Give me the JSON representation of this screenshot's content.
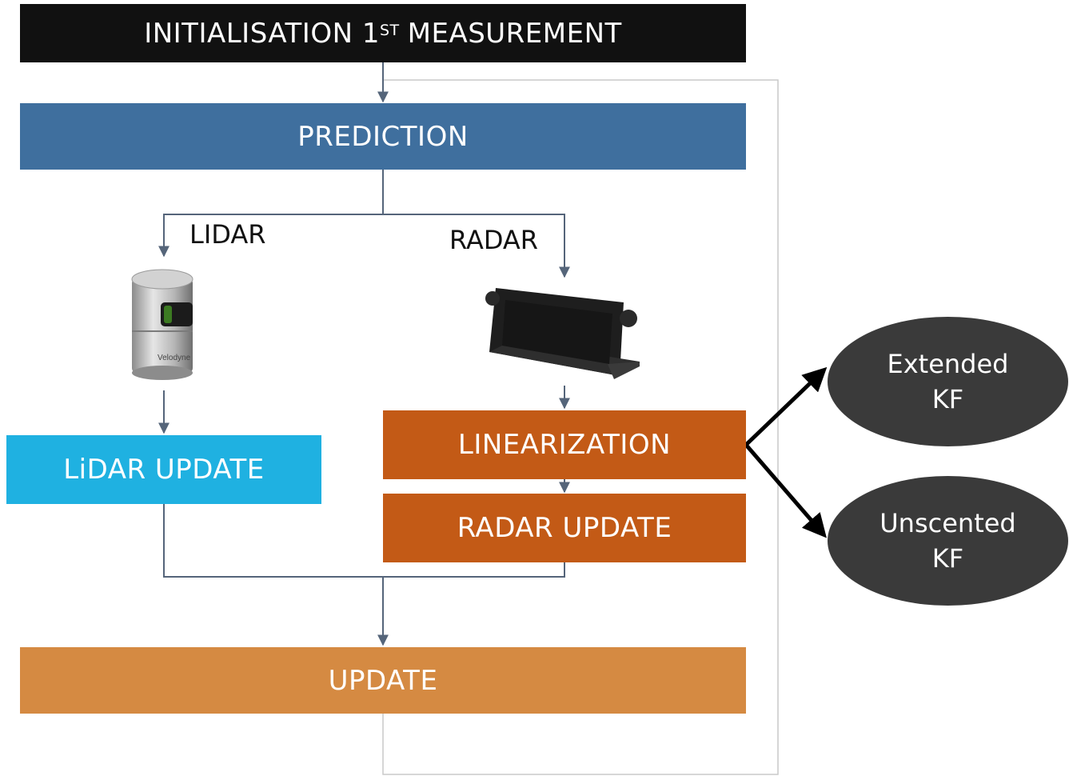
{
  "flow": {
    "initialisation": {
      "prefix": "INITIALISATION 1",
      "superscript": "ST",
      "suffix": "MEASUREMENT"
    },
    "prediction": "PREDICTION",
    "branch_lidar": "LIDAR",
    "branch_radar": "RADAR",
    "lidar_update": "LiDAR UPDATE",
    "linearization": "LINEARIZATION",
    "radar_update": "RADAR UPDATE",
    "update": "UPDATE"
  },
  "filters": {
    "extended": {
      "line1": "Extended",
      "line2": "KF"
    },
    "unscented": {
      "line1": "Unscented",
      "line2": "KF"
    }
  },
  "devices": {
    "lidar_brand_text": "Velodyne"
  },
  "colors": {
    "initialisation": "#111111",
    "prediction": "#3f6f9e",
    "lidar_update": "#1fb1e1",
    "radar_orange": "#c35a16",
    "update": "#d58a42",
    "ellipse": "#3a3a3a",
    "connector": "#55657a"
  }
}
